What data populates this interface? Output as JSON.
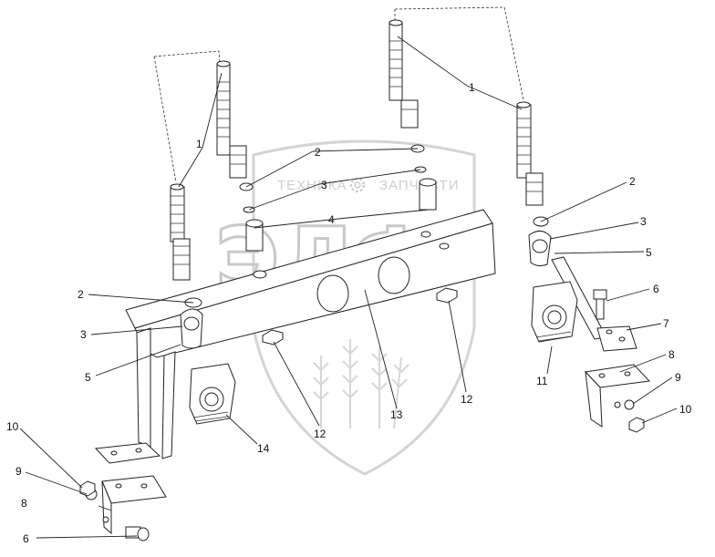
{
  "watermark": {
    "left_text": "ТЕХНИКА",
    "right_text": "ЗАПЧАСТИ",
    "monogram": "ЭЛФ",
    "gear_icon": "gear-icon"
  },
  "callouts": [
    {
      "id": "c1a",
      "label": "1"
    },
    {
      "id": "c1b",
      "label": "1"
    },
    {
      "id": "c2a",
      "label": "2"
    },
    {
      "id": "c2b",
      "label": "2"
    },
    {
      "id": "c2c",
      "label": "2"
    },
    {
      "id": "c3a",
      "label": "3"
    },
    {
      "id": "c3b",
      "label": "3"
    },
    {
      "id": "c3c",
      "label": "3"
    },
    {
      "id": "c4",
      "label": "4"
    },
    {
      "id": "c5a",
      "label": "5"
    },
    {
      "id": "c5b",
      "label": "5"
    },
    {
      "id": "c6a",
      "label": "6"
    },
    {
      "id": "c6b",
      "label": "6"
    },
    {
      "id": "c7",
      "label": "7"
    },
    {
      "id": "c8a",
      "label": "8"
    },
    {
      "id": "c8b",
      "label": "8"
    },
    {
      "id": "c9a",
      "label": "9"
    },
    {
      "id": "c9b",
      "label": "9"
    },
    {
      "id": "c10a",
      "label": "10"
    },
    {
      "id": "c10b",
      "label": "10"
    },
    {
      "id": "c11",
      "label": "11"
    },
    {
      "id": "c12a",
      "label": "12"
    },
    {
      "id": "c12b",
      "label": "12"
    },
    {
      "id": "c13",
      "label": "13"
    },
    {
      "id": "c14",
      "label": "14"
    }
  ]
}
